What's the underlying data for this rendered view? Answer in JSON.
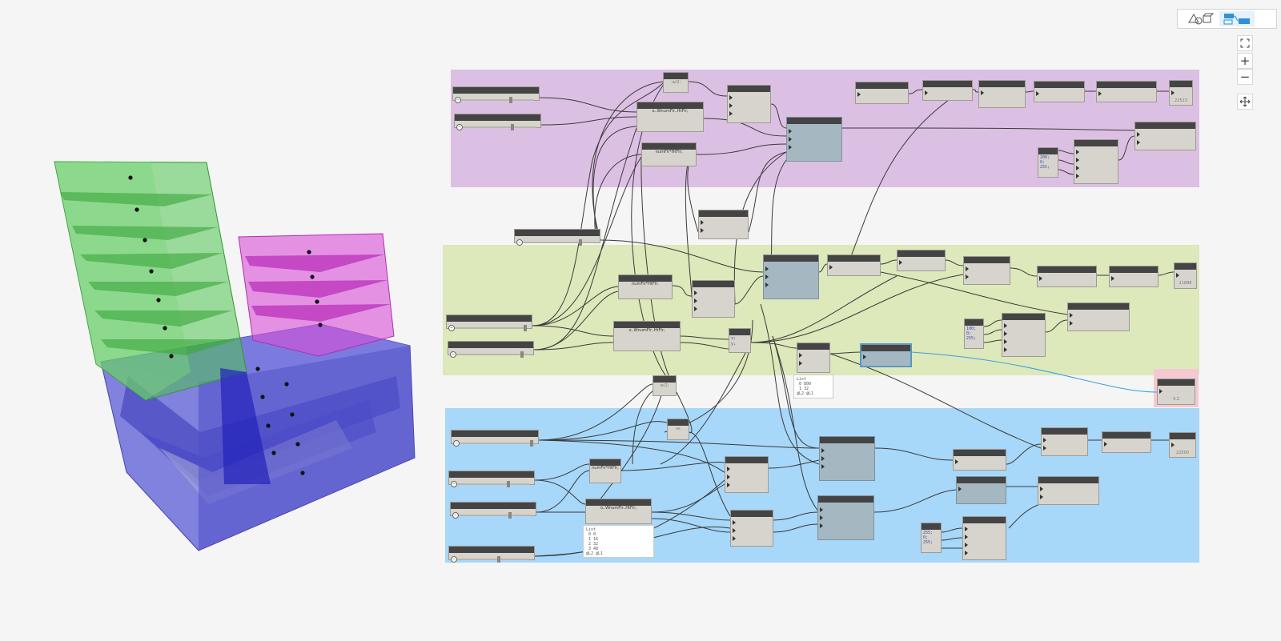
{
  "toolbar": {
    "background_preview_icon": "geometry-preview-icon",
    "graph_view_icon": "graph-view-icon"
  },
  "navigation": {
    "zoom_to_fit_icon": "zoom-to-fit-icon",
    "zoom_in_glyph": "+",
    "zoom_out_glyph": "−",
    "pan_icon": "pan-icon"
  },
  "groups": {
    "top": {
      "color": "#dcc0e4"
    },
    "middle": {
      "color": "#dde8bb"
    },
    "bottom": {
      "color": "#a7d7f9"
    },
    "watch": {
      "color": "#f4c9d2"
    }
  },
  "node_labels": {
    "half_w": "-w/2;",
    "code_block_1": "o..WnumFlr..HtFlr;",
    "flr_ht_1": "numFlr*HtFlr;",
    "result_1": "22513",
    "w_half_mid": "w/2;",
    "flr_ht_2": "numFlr*HtFlr;",
    "code_block_2": "o..WnumFlr..HtFlr;",
    "xy_1": "x;",
    "xy_2": "y;",
    "result_2": "11888",
    "neg_w": "-w;",
    "flr_ht_3": "numFlr*HtFlr;",
    "code_block_3": "o..WnumFlr..HtFlr;",
    "result_3": "22500",
    "watch": "4.2"
  },
  "code_blocks": {
    "top_colors": "200;\n0;\n255;",
    "mid_colors": "100;\n0;\n255;",
    "bottom_colors": "255;\n0;\n255;"
  },
  "previews": {
    "mid_preview": "List\n 0 800\n 1 32\n@L2 @L1",
    "bottom_preview": "List\n 0 0\n 1 16\n 2 32\n 3 48\n@L2 @L1"
  }
}
